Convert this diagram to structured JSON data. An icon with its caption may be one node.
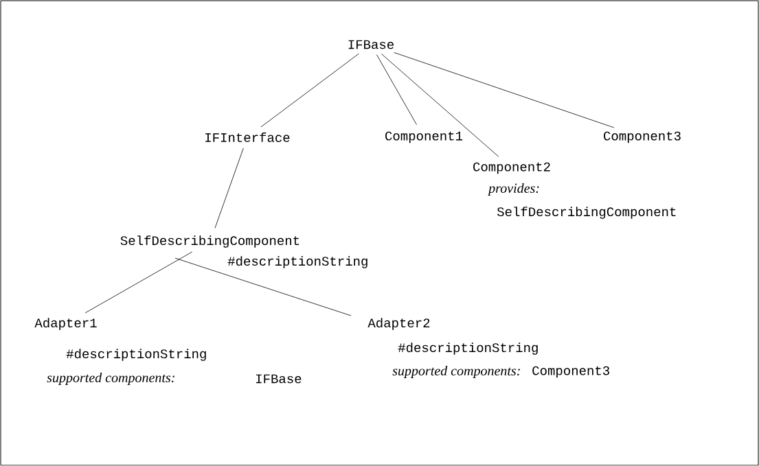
{
  "diagram": {
    "nodes": [
      {
        "text": [
          "IFBase"
        ]
      },
      {
        "text": [
          "IFInterface"
        ]
      },
      {
        "text": [
          "Component1"
        ]
      },
      {
        "text": [
          "Component2"
        ],
        "beside": [
          "provides:",
          "SelfDescribingComponent"
        ]
      },
      {
        "text": [
          "Component3"
        ]
      },
      {
        "text": [
          "SelfDescribingComponent"
        ],
        "beside": [
          "#descriptionString"
        ]
      },
      {
        "text": [
          "Adapter1"
        ],
        "beside": [
          "#descriptionString",
          "supported components:",
          "IFBase"
        ]
      },
      {
        "text": [
          "Adapter2"
        ],
        "beside": [
          "#descriptionString",
          "supported components:",
          "Component3"
        ]
      }
    ],
    "edges": [
      {
        "from": 0,
        "to": 1,
        "arrow": "none"
      },
      {
        "from": 0,
        "to": 2,
        "arrow": "none"
      },
      {
        "from": 0,
        "to": 3,
        "arrow": "none"
      },
      {
        "from": 0,
        "to": 4,
        "arrow": "none"
      },
      {
        "from": 1,
        "to": 5,
        "arrow": "none"
      },
      {
        "from": 5,
        "to": 6,
        "arrow": "none"
      },
      {
        "from": 5,
        "to": 7,
        "arrow": "none"
      }
    ]
  }
}
